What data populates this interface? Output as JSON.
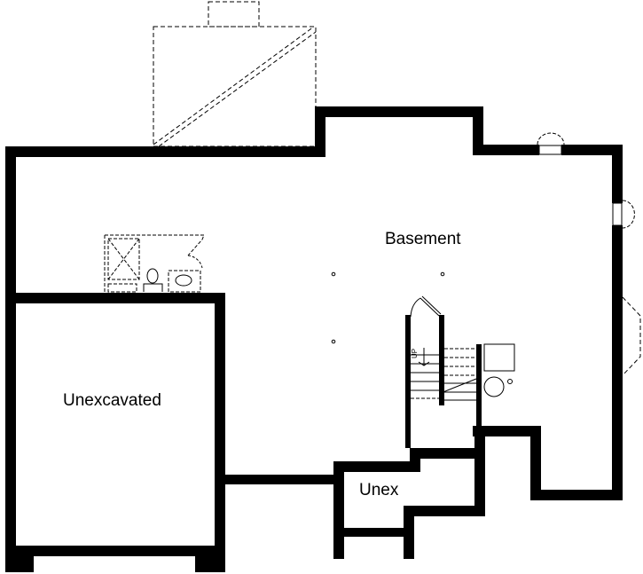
{
  "plan": {
    "type": "basement floor plan",
    "wall_color": "#000000",
    "background_color": "#ffffff"
  },
  "rooms": [
    {
      "id": "basement",
      "label": "Basement"
    },
    {
      "id": "unexcavated",
      "label": "Unexcavated"
    },
    {
      "id": "unex",
      "label": "Unex"
    }
  ],
  "stairs": {
    "direction_label": "UP"
  },
  "fixtures": [
    {
      "name": "shower",
      "style": "dashed"
    },
    {
      "name": "toilet",
      "style": "outline"
    },
    {
      "name": "sink-vanity",
      "style": "dashed"
    },
    {
      "name": "water-heater"
    },
    {
      "name": "furnace"
    },
    {
      "name": "floor-drain"
    }
  ],
  "openings": [
    {
      "name": "top-window"
    },
    {
      "name": "right-window"
    },
    {
      "name": "bay-window-outline"
    },
    {
      "name": "stair-door"
    }
  ]
}
